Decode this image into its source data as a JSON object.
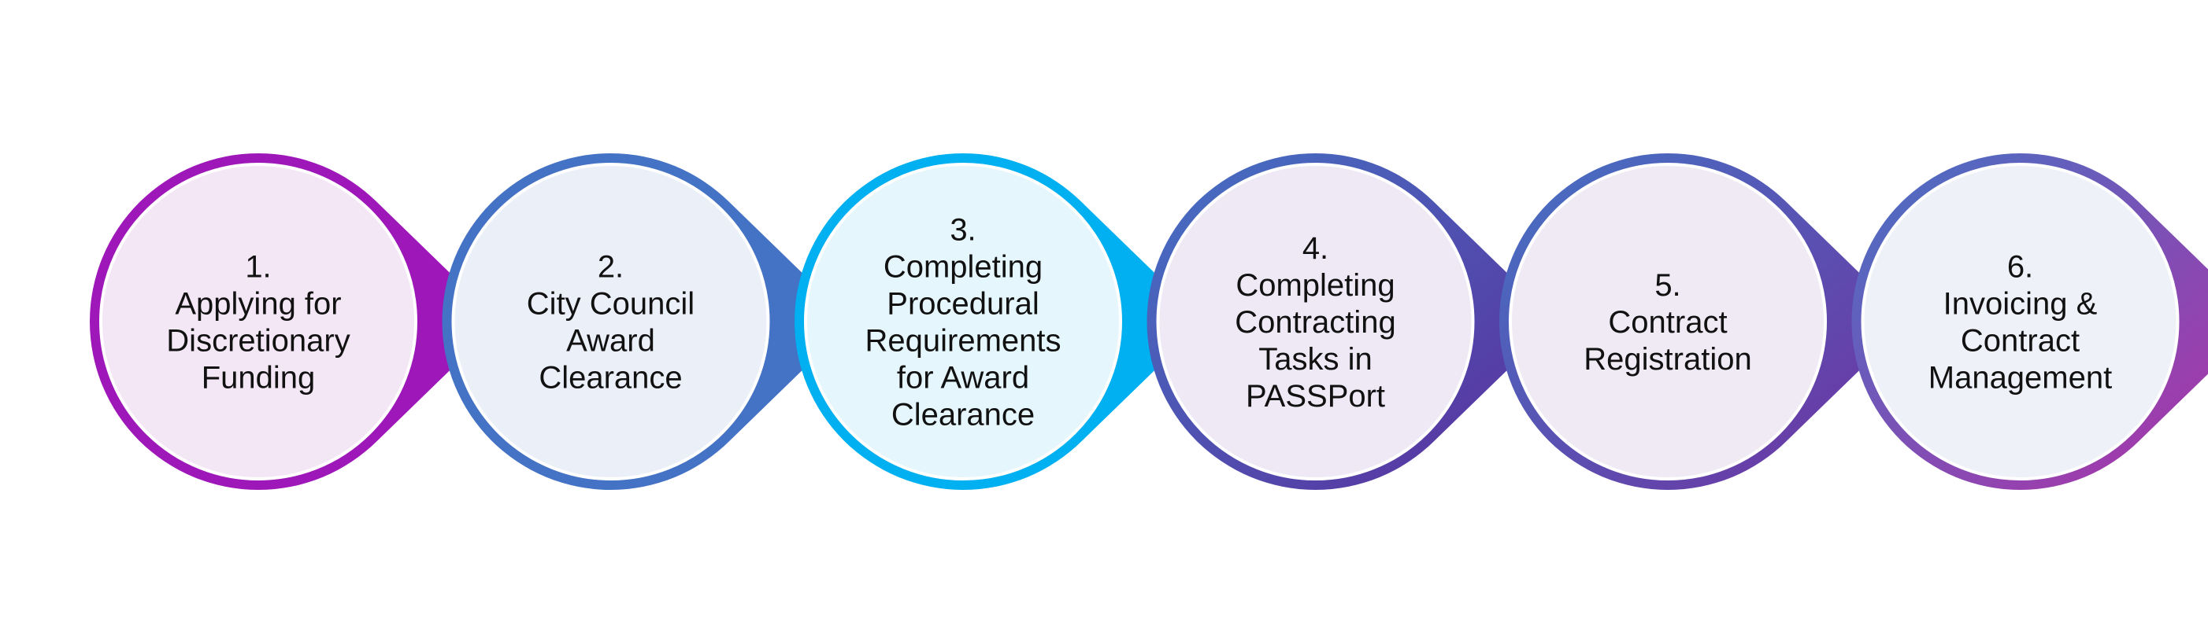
{
  "steps": [
    {
      "number": "1.",
      "lines": [
        "Applying for",
        "Discretionary",
        "Funding"
      ],
      "ring": "#9E17B9",
      "fill": "#F3E6F5",
      "ring_gradient": null
    },
    {
      "number": "2.",
      "lines": [
        "City Council",
        "Award",
        "Clearance"
      ],
      "ring": "#4472C4",
      "fill": "#EAEFF8",
      "ring_gradient": null
    },
    {
      "number": "3.",
      "lines": [
        "Completing",
        "Procedural",
        "Requirements",
        "for Award",
        "Clearance"
      ],
      "ring": "#00B0F0",
      "fill": "#E5F6FD",
      "ring_gradient": null
    },
    {
      "number": "4.",
      "lines": [
        "Completing",
        "Contracting",
        "Tasks in",
        "PASSPort"
      ],
      "ring": "#5B2D9C",
      "fill": "#EEE9F5",
      "ring_gradient": [
        "#4472C4",
        "#5B2D9C"
      ]
    },
    {
      "number": "5.",
      "lines": [
        "Contract",
        "Registration"
      ],
      "ring": "#7030A0",
      "fill": "#F0EAF5",
      "ring_gradient": [
        "#4472C4",
        "#7030A0"
      ]
    },
    {
      "number": "6.",
      "lines": [
        "Invoicing &",
        "Contract",
        "Management"
      ],
      "ring": "#4472C4",
      "fill": "#EEF1F8",
      "ring_gradient": [
        "#4472C4",
        "#B72DA6"
      ]
    }
  ]
}
